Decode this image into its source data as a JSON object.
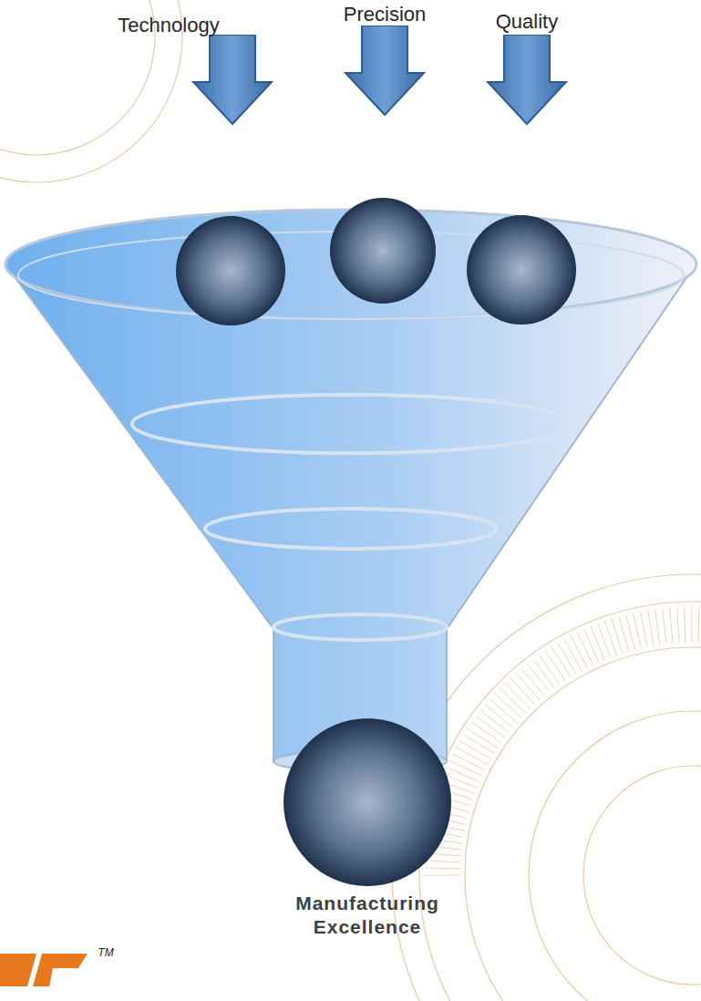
{
  "diagram": {
    "labels": [
      "Technology",
      "Precision",
      "Quality",
      "Manufacturing Excellence",
      "TM"
    ]
  }
}
